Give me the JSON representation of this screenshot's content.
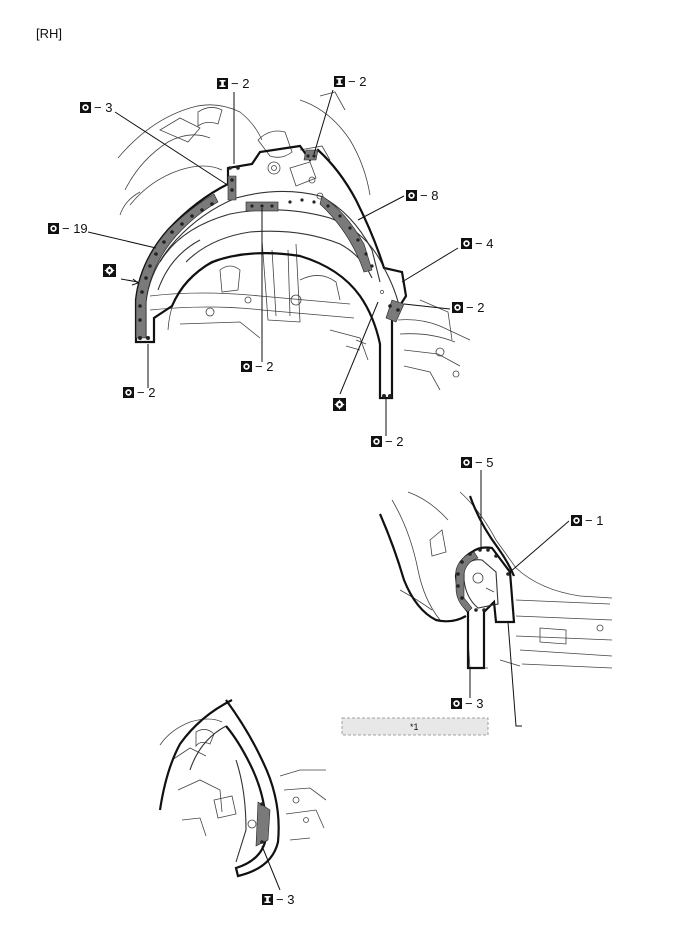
{
  "view_label": "[RH]",
  "note_label": "*1",
  "callouts": [
    {
      "id": "c1",
      "icon": "spot-weld-symbol",
      "text": "− 2"
    },
    {
      "id": "c2",
      "icon": "spot-weld-symbol",
      "text": "− 2"
    },
    {
      "id": "c3",
      "icon": "circle-weld-symbol",
      "text": "− 3"
    },
    {
      "id": "c4",
      "icon": "circle-weld-symbol",
      "text": "− 8"
    },
    {
      "id": "c5",
      "icon": "circle-weld-symbol",
      "text": "− 19"
    },
    {
      "id": "c6",
      "icon": "circle-weld-symbol",
      "text": "− 4"
    },
    {
      "id": "c7",
      "icon": "circle-weld-symbol",
      "text": "− 2"
    },
    {
      "id": "c8",
      "icon": "circle-weld-symbol",
      "text": "− 2"
    },
    {
      "id": "c9",
      "icon": "circle-weld-symbol",
      "text": "− 2"
    },
    {
      "id": "c10",
      "icon": "circle-weld-symbol",
      "text": "− 2"
    },
    {
      "id": "c11",
      "icon": "circle-weld-symbol",
      "text": "− 5"
    },
    {
      "id": "c12",
      "icon": "circle-weld-symbol",
      "text": "− 1"
    },
    {
      "id": "c13",
      "icon": "circle-weld-symbol",
      "text": "− 3"
    },
    {
      "id": "c14",
      "icon": "spot-weld-symbol",
      "text": "− 3"
    }
  ]
}
